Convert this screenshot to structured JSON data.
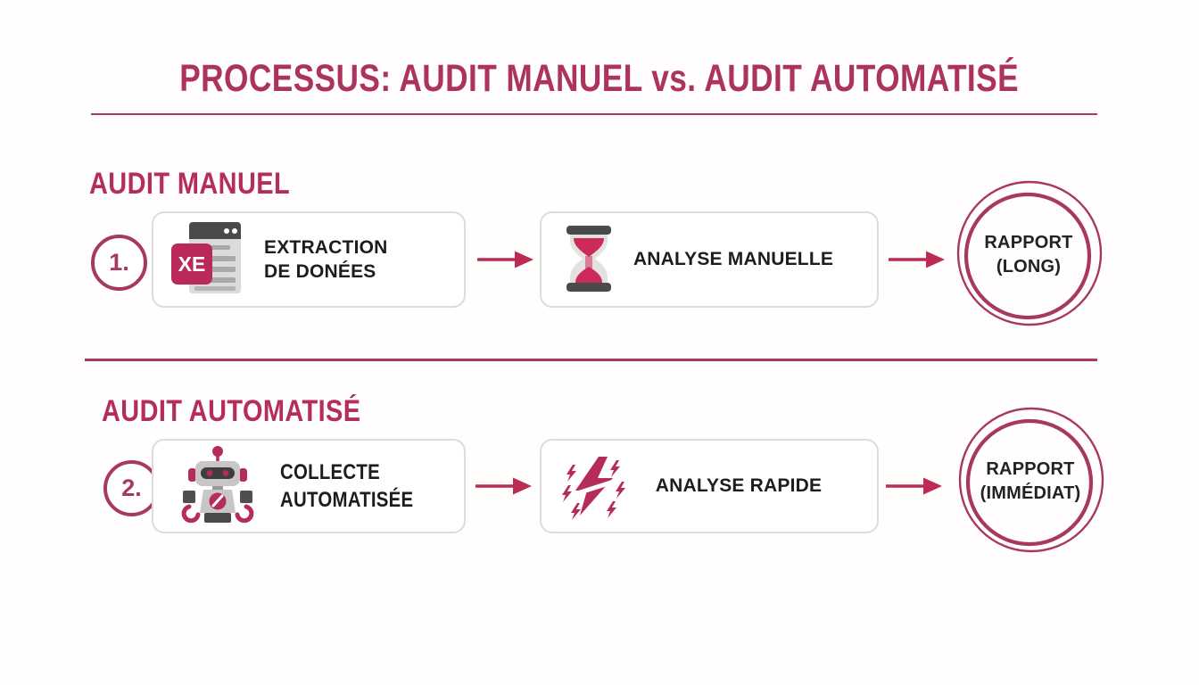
{
  "colors": {
    "primary": "#AC3360",
    "accent_arrow": "#BB2B54",
    "ring": "#A8395E",
    "icon_crimson": "#BA2A58",
    "icon_dark_gray": "#4A4A4A",
    "icon_light_gray": "#D8D8D8",
    "box_border": "#DCDCDC",
    "text_dark": "#1D1D1D",
    "background": "#FFFEFD"
  },
  "header": {
    "title": "PROCESSUS: AUDIT MANUEL vs. AUDIT AUTOMATISÉ"
  },
  "manual": {
    "heading": "AUDIT MANUEL",
    "number": "1.",
    "step1": {
      "icon": "spreadsheet-xe-icon",
      "badge": "XE",
      "line1": "EXTRACTION",
      "line2": "DE DONÉES"
    },
    "step2": {
      "icon": "hourglass-icon",
      "label": "ANALYSE MANUELLE"
    },
    "result": {
      "line1": "RAPPORT",
      "line2": "(LONG)"
    }
  },
  "automated": {
    "heading": "AUDIT AUTOMATISÉ",
    "number": "2.",
    "step1": {
      "icon": "robot-icon",
      "line1": "COLLECTE",
      "line2": "AUTOMATISÉE"
    },
    "step2": {
      "icon": "lightning-icon",
      "label": "ANALYSE RAPIDE"
    },
    "result": {
      "line1": "RAPPORT",
      "line2": "(IMMÉDIAT)"
    }
  }
}
